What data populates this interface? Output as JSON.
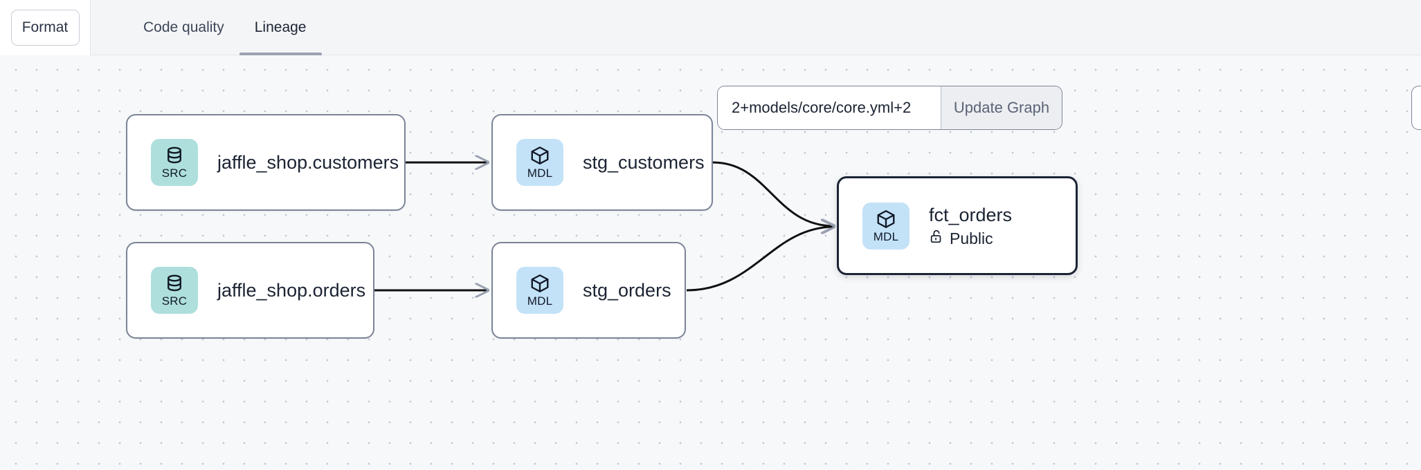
{
  "toolbar": {
    "format_label": "Format",
    "tabs": [
      {
        "label": "Code quality",
        "active": false
      },
      {
        "label": "Lineage",
        "active": true
      }
    ]
  },
  "graph_control": {
    "selector_value": "2+models/core/core.yml+2",
    "selector_placeholder": "",
    "update_button_label": "Update Graph"
  },
  "graph": {
    "nodes": [
      {
        "id": "jaffle_shop_customers",
        "badge_type": "src",
        "badge_label": "SRC",
        "badge_icon": "database-icon",
        "title": "jaffle_shop.customers",
        "subtitle": "",
        "subtitle_icon": "",
        "selected": false
      },
      {
        "id": "stg_customers",
        "badge_type": "mdl",
        "badge_label": "MDL",
        "badge_icon": "cube-icon",
        "title": "stg_customers",
        "subtitle": "",
        "subtitle_icon": "",
        "selected": false
      },
      {
        "id": "jaffle_shop_orders",
        "badge_type": "src",
        "badge_label": "SRC",
        "badge_icon": "database-icon",
        "title": "jaffle_shop.orders",
        "subtitle": "",
        "subtitle_icon": "",
        "selected": false
      },
      {
        "id": "stg_orders",
        "badge_type": "mdl",
        "badge_label": "MDL",
        "badge_icon": "cube-icon",
        "title": "stg_orders",
        "subtitle": "",
        "subtitle_icon": "",
        "selected": false
      },
      {
        "id": "fct_orders",
        "badge_type": "mdl",
        "badge_label": "MDL",
        "badge_icon": "cube-icon",
        "title": "fct_orders",
        "subtitle": "Public",
        "subtitle_icon": "unlock-icon",
        "selected": true
      }
    ],
    "edges": [
      {
        "from": "jaffle_shop_customers",
        "to": "stg_customers"
      },
      {
        "from": "jaffle_shop_orders",
        "to": "stg_orders"
      },
      {
        "from": "stg_customers",
        "to": "fct_orders"
      },
      {
        "from": "stg_orders",
        "to": "fct_orders"
      }
    ]
  },
  "colors": {
    "src_badge": "#aedfdc",
    "mdl_badge": "#c3e2f8",
    "canvas_bg": "#f7f8fa",
    "toolbar_bg": "#f4f5f7",
    "node_border": "#7b8496",
    "selected_border": "#1c2434",
    "tab_underline": "#9aa2b1",
    "edge_stroke": "#111111"
  }
}
